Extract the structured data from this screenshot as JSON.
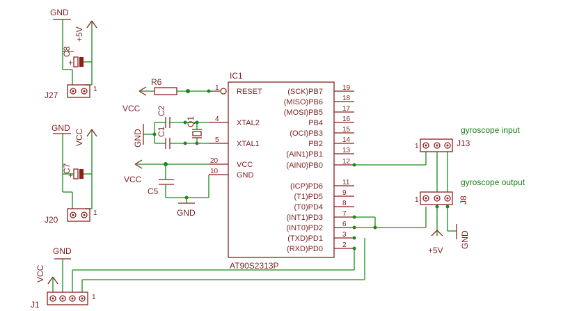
{
  "ic": {
    "ref": "IC1",
    "part": "AT90S2313P",
    "left_pins": [
      {
        "num": "1",
        "name": "RESET"
      },
      {
        "num": "4",
        "name": "XTAL2"
      },
      {
        "num": "5",
        "name": "XTAL1"
      },
      {
        "num": "20",
        "name": "VCC"
      },
      {
        "num": "10",
        "name": "GND"
      }
    ],
    "right_pins": [
      {
        "num": "19",
        "name": "(SCK)PB7"
      },
      {
        "num": "18",
        "name": "(MISO)PB6"
      },
      {
        "num": "17",
        "name": "(MOSI)PB5"
      },
      {
        "num": "16",
        "name": "PB4"
      },
      {
        "num": "15",
        "name": "(OCI)PB3"
      },
      {
        "num": "14",
        "name": "PB2"
      },
      {
        "num": "13",
        "name": "(AIN1)PB1"
      },
      {
        "num": "12",
        "name": "(AIN0)PB0"
      },
      {
        "num": "11",
        "name": "(ICP)PD6"
      },
      {
        "num": "9",
        "name": "(T1)PD5"
      },
      {
        "num": "8",
        "name": "(T0)PD4"
      },
      {
        "num": "7",
        "name": "(INT1)PD3"
      },
      {
        "num": "6",
        "name": "(INT0)PD2"
      },
      {
        "num": "3",
        "name": "(TXD)PD1"
      },
      {
        "num": "2",
        "name": "(RXD)PD0"
      }
    ]
  },
  "components": {
    "r6": "R6",
    "c2": "C2",
    "c1": "C1",
    "q1": "Q1",
    "c5": "C5",
    "c8": "C8",
    "c7": "C7",
    "j27": "J27",
    "j20": "J20",
    "j1": "J1",
    "j13": "J13",
    "j8": "J8"
  },
  "power": {
    "gnd": "GND",
    "plus5v": "+5V",
    "vcc": "VCC"
  },
  "pin_one": "1",
  "polarity_plus": "+",
  "nets": {
    "gyro_input": "gyroscope input",
    "gyro_output": "gyroscope output"
  }
}
